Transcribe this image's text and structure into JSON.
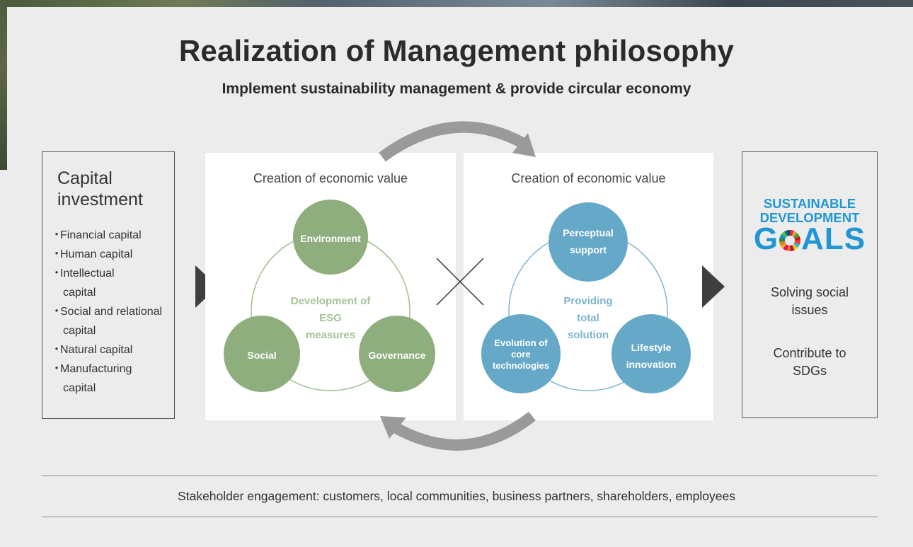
{
  "title": "Realization of Management philosophy",
  "subtitle": "Implement sustainability management & provide circular economy",
  "capital": {
    "heading_line1": "Capital",
    "heading_line2": "investment",
    "items": [
      "Financial capital",
      "Human capital",
      "Intellectual capital",
      "Social and relational capital",
      "Natural capital",
      "Manufacturing capital"
    ]
  },
  "left_cycle": {
    "heading": "Creation of economic value",
    "center_lines": [
      "Development of",
      "ESG",
      "measures"
    ],
    "nodes": {
      "top": "Environment",
      "bottom_left": "Social",
      "bottom_right": "Governance"
    },
    "color": "#8fae7d"
  },
  "right_cycle": {
    "heading": "Creation of economic value",
    "center_lines": [
      "Providing",
      "total",
      "solution"
    ],
    "nodes": {
      "top_lines": [
        "Perceptual",
        "support"
      ],
      "bottom_left_lines": [
        "Evolution of",
        "core",
        "technologies"
      ],
      "bottom_right_lines": [
        "Lifestyle",
        "innovation"
      ]
    },
    "color": "#66a8c8"
  },
  "sdg": {
    "logo_line1": "SUSTAINABLE",
    "logo_line2": "DEVELOPMENT",
    "logo_goals_g": "G",
    "logo_goals_rest": "ALS",
    "result1": "Solving social issues",
    "result2": "Contribute to SDGs",
    "color": "#1f97d4"
  },
  "stakeholder": "Stakeholder engagement: customers, local communities, business partners, shareholders, employees"
}
